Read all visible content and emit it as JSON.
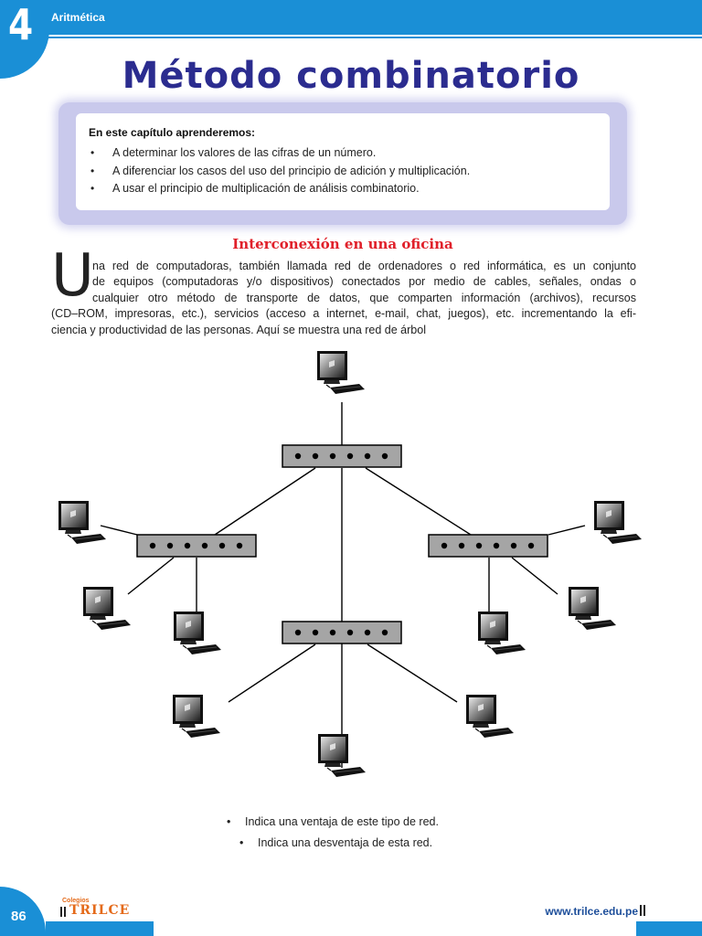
{
  "header": {
    "chapter_number": "4",
    "subject": "Aritmética",
    "accent_color": "#1a8fd6"
  },
  "title": "Método combinatorio",
  "objectives": {
    "heading": "En este capítulo aprenderemos:",
    "items": [
      "A determinar los valores de las cifras de un número.",
      "A diferenciar los casos del uso del principio de adición y multiplicación.",
      "A usar el principio de multiplicación de análisis combinatorio."
    ]
  },
  "section": {
    "title": "Interconexión en una oficina",
    "dropcap": "U",
    "lines": [
      "na red de computadoras, también llamada red de ordenadores o red informática, es un conjunto",
      "de equipos (computadoras y/o dispositivos) conectados por medio de cables, señales, ondas o",
      "cualquier otro método de transporte de datos, que comparten información (archivos), recursos",
      "(CD–ROM, impresoras, etc.), servicios (acceso a internet, e-mail, chat, juegos), etc. incrementando la efi-",
      "ciencia y productividad de las personas. Aquí se muestra una red de árbol"
    ]
  },
  "diagram": {
    "icons": {
      "computer": "laptop-computer-icon",
      "hub": "network-hub-icon"
    }
  },
  "questions": [
    "Indica una ventaja de este tipo de red.",
    "Indica una desventaja de esta red."
  ],
  "footer": {
    "page_number": "86",
    "logo_small": "Colegios",
    "logo_main": "TRILCE",
    "website": "www.trilce.edu.pe"
  }
}
